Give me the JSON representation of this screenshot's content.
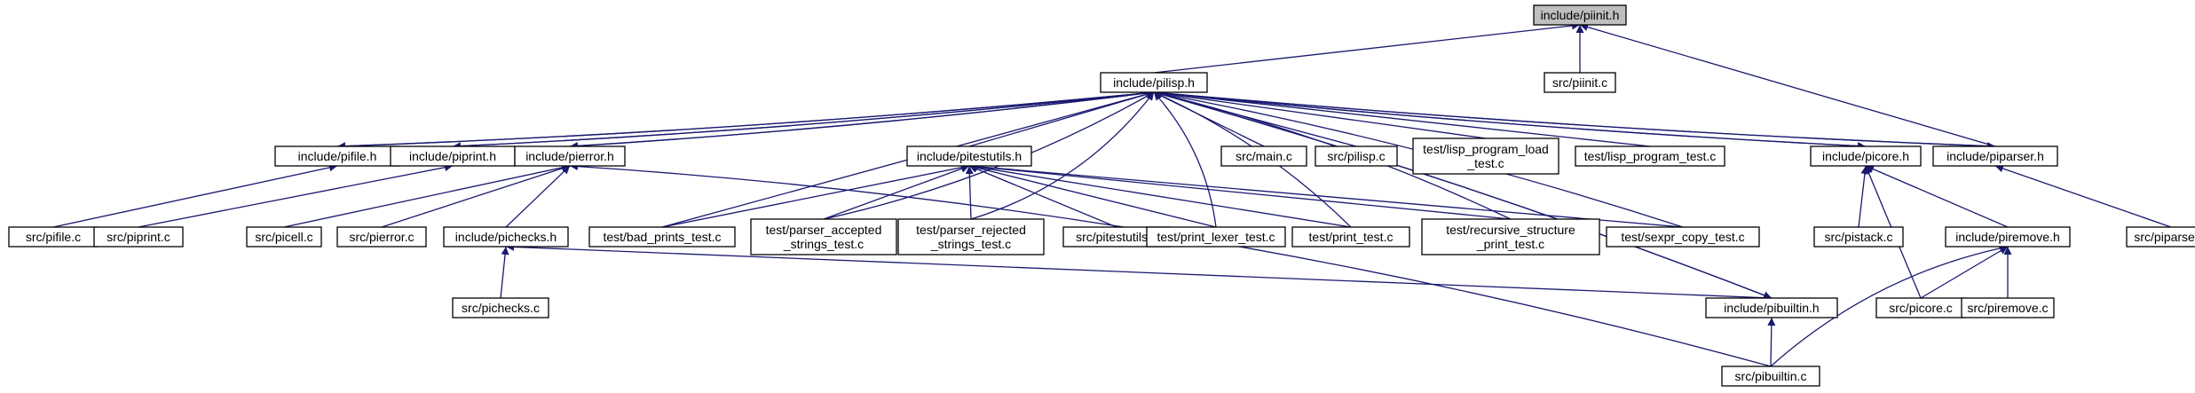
{
  "diagram": {
    "type": "include-dependency-graph",
    "colors": {
      "edge": "#191970",
      "node_border": "#000000",
      "root_fill": "#bfbfbf",
      "node_fill": "#ffffff"
    },
    "nodes": [
      {
        "id": "piinit_h",
        "lines": [
          "include/piinit.h"
        ],
        "root": true
      },
      {
        "id": "pilisp_h",
        "lines": [
          "include/pilisp.h"
        ]
      },
      {
        "id": "piinit_c",
        "lines": [
          "src/piinit.c"
        ]
      },
      {
        "id": "piparser_h",
        "lines": [
          "include/piparser.h"
        ]
      },
      {
        "id": "pifile_h",
        "lines": [
          "include/pifile.h"
        ]
      },
      {
        "id": "piprint_h",
        "lines": [
          "include/piprint.h"
        ]
      },
      {
        "id": "pierror_h",
        "lines": [
          "include/pierror.h"
        ]
      },
      {
        "id": "pitestutils_h",
        "lines": [
          "include/pitestutils.h"
        ]
      },
      {
        "id": "main_c",
        "lines": [
          "src/main.c"
        ]
      },
      {
        "id": "pilisp_c",
        "lines": [
          "src/pilisp.c"
        ]
      },
      {
        "id": "lisp_program_load_test_c",
        "lines": [
          "test/lisp_program_load",
          "_test.c"
        ]
      },
      {
        "id": "lisp_program_test_c",
        "lines": [
          "test/lisp_program_test.c"
        ]
      },
      {
        "id": "picore_h",
        "lines": [
          "include/picore.h"
        ]
      },
      {
        "id": "pifile_c",
        "lines": [
          "src/pifile.c"
        ]
      },
      {
        "id": "piprint_c",
        "lines": [
          "src/piprint.c"
        ]
      },
      {
        "id": "picell_c",
        "lines": [
          "src/picell.c"
        ]
      },
      {
        "id": "pierror_c",
        "lines": [
          "src/pierror.c"
        ]
      },
      {
        "id": "pichecks_h",
        "lines": [
          "include/pichecks.h"
        ]
      },
      {
        "id": "bad_prints_test_c",
        "lines": [
          "test/bad_prints_test.c"
        ]
      },
      {
        "id": "parser_accepted_c",
        "lines": [
          "test/parser_accepted",
          "_strings_test.c"
        ]
      },
      {
        "id": "parser_rejected_c",
        "lines": [
          "test/parser_rejected",
          "_strings_test.c"
        ]
      },
      {
        "id": "pitestutils_c",
        "lines": [
          "src/pitestutils.c"
        ]
      },
      {
        "id": "print_lexer_test_c",
        "lines": [
          "test/print_lexer_test.c"
        ]
      },
      {
        "id": "print_test_c",
        "lines": [
          "test/print_test.c"
        ]
      },
      {
        "id": "recursive_structure_c",
        "lines": [
          "test/recursive_structure",
          "_print_test.c"
        ]
      },
      {
        "id": "sexpr_copy_test_c",
        "lines": [
          "test/sexpr_copy_test.c"
        ]
      },
      {
        "id": "pistack_c",
        "lines": [
          "src/pistack.c"
        ]
      },
      {
        "id": "piremove_h",
        "lines": [
          "include/piremove.h"
        ]
      },
      {
        "id": "piparser_c",
        "lines": [
          "src/piparser.c"
        ]
      },
      {
        "id": "pichecks_c",
        "lines": [
          "src/pichecks.c"
        ]
      },
      {
        "id": "pibuiltin_h",
        "lines": [
          "include/pibuiltin.h"
        ]
      },
      {
        "id": "picore_c",
        "lines": [
          "src/picore.c"
        ]
      },
      {
        "id": "piremove_c",
        "lines": [
          "src/piremove.c"
        ]
      },
      {
        "id": "pibuiltin_c",
        "lines": [
          "src/pibuiltin.c"
        ]
      }
    ],
    "edges": [
      {
        "from": "pilisp_h",
        "to": "piinit_h"
      },
      {
        "from": "piinit_c",
        "to": "piinit_h"
      },
      {
        "from": "piparser_h",
        "to": "piinit_h"
      },
      {
        "from": "pifile_h",
        "to": "pilisp_h"
      },
      {
        "from": "piprint_h",
        "to": "pilisp_h"
      },
      {
        "from": "pierror_h",
        "to": "pilisp_h"
      },
      {
        "from": "pitestutils_h",
        "to": "pilisp_h"
      },
      {
        "from": "main_c",
        "to": "pilisp_h"
      },
      {
        "from": "pilisp_c",
        "to": "pilisp_h"
      },
      {
        "from": "lisp_program_load_test_c",
        "to": "pilisp_h"
      },
      {
        "from": "lisp_program_test_c",
        "to": "pilisp_h"
      },
      {
        "from": "picore_h",
        "to": "pilisp_h"
      },
      {
        "from": "piparser_h",
        "to": "pilisp_h"
      },
      {
        "from": "pibuiltin_h",
        "to": "pilisp_h"
      },
      {
        "from": "bad_prints_test_c",
        "to": "pilisp_h"
      },
      {
        "from": "parser_accepted_c",
        "to": "pilisp_h"
      },
      {
        "from": "parser_rejected_c",
        "to": "pilisp_h"
      },
      {
        "from": "print_lexer_test_c",
        "to": "pilisp_h"
      },
      {
        "from": "print_test_c",
        "to": "pilisp_h"
      },
      {
        "from": "recursive_structure_c",
        "to": "pilisp_h"
      },
      {
        "from": "sexpr_copy_test_c",
        "to": "pilisp_h"
      },
      {
        "from": "pilisp_h",
        "to": "pifile_h"
      },
      {
        "from": "pilisp_h",
        "to": "piprint_h"
      },
      {
        "from": "pilisp_h",
        "to": "pierror_h"
      },
      {
        "from": "pilisp_h",
        "to": "picore_h"
      },
      {
        "from": "pilisp_h",
        "to": "piparser_h"
      },
      {
        "from": "pilisp_h",
        "to": "pibuiltin_h"
      },
      {
        "from": "pifile_c",
        "to": "pifile_h"
      },
      {
        "from": "piprint_c",
        "to": "piprint_h"
      },
      {
        "from": "picell_c",
        "to": "pierror_h"
      },
      {
        "from": "pierror_c",
        "to": "pierror_h"
      },
      {
        "from": "pichecks_h",
        "to": "pierror_h"
      },
      {
        "from": "pibuiltin_c",
        "to": "pierror_h"
      },
      {
        "from": "bad_prints_test_c",
        "to": "pitestutils_h"
      },
      {
        "from": "parser_accepted_c",
        "to": "pitestutils_h"
      },
      {
        "from": "parser_rejected_c",
        "to": "pitestutils_h"
      },
      {
        "from": "pitestutils_c",
        "to": "pitestutils_h"
      },
      {
        "from": "print_lexer_test_c",
        "to": "pitestutils_h"
      },
      {
        "from": "print_test_c",
        "to": "pitestutils_h"
      },
      {
        "from": "recursive_structure_c",
        "to": "pitestutils_h"
      },
      {
        "from": "sexpr_copy_test_c",
        "to": "pitestutils_h"
      },
      {
        "from": "pistack_c",
        "to": "picore_h"
      },
      {
        "from": "piremove_h",
        "to": "picore_h"
      },
      {
        "from": "picore_c",
        "to": "picore_h"
      },
      {
        "from": "piparser_c",
        "to": "piparser_h"
      },
      {
        "from": "pichecks_c",
        "to": "pichecks_h"
      },
      {
        "from": "pibuiltin_h",
        "to": "pichecks_h"
      },
      {
        "from": "picore_c",
        "to": "piremove_h"
      },
      {
        "from": "piremove_c",
        "to": "piremove_h"
      },
      {
        "from": "pibuiltin_c",
        "to": "piremove_h"
      },
      {
        "from": "pibuiltin_c",
        "to": "pibuiltin_h"
      }
    ]
  }
}
